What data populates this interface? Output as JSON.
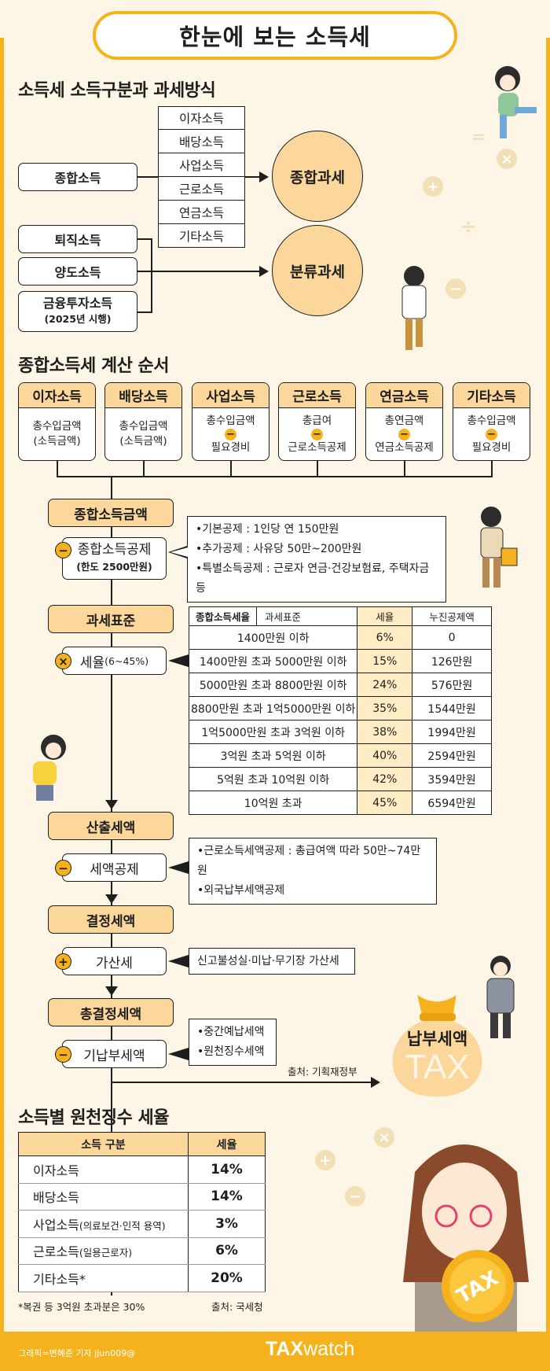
{
  "title": "한눈에 보는 소득세",
  "section1": {
    "title": "소득세 소득구분과 과세방식",
    "comprehensive": "종합소득",
    "income_list": [
      "이자소득",
      "배당소득",
      "사업소득",
      "근로소득",
      "연금소득",
      "기타소득"
    ],
    "separate_items": [
      "퇴직소득",
      "양도소득",
      "금융투자소득"
    ],
    "fin_note": "(2025년 시행)",
    "comprehensive_tax": "종합과세",
    "separate_tax": "분류과세"
  },
  "section2": {
    "title": "종합소득세 계산 순서",
    "cards": [
      {
        "head": "이자소득",
        "l1": "총수입금액",
        "minus": false,
        "l2": "(소득금액)"
      },
      {
        "head": "배당소득",
        "l1": "총수입금액",
        "minus": false,
        "l2": "(소득금액)"
      },
      {
        "head": "사업소득",
        "l1": "총수입금액",
        "minus": true,
        "l2": "필요경비"
      },
      {
        "head": "근로소득",
        "l1": "총급여",
        "minus": true,
        "l2": "근로소득공제"
      },
      {
        "head": "연금소득",
        "l1": "총연금액",
        "minus": true,
        "l2": "연금소득공제"
      },
      {
        "head": "기타소득",
        "l1": "총수입금액",
        "minus": true,
        "l2": "필요경비"
      }
    ],
    "minus_sign": "−",
    "step1": "종합소득금액",
    "deduct_label": "종합소득공제",
    "deduct_sub": "(한도 2500만원)",
    "deduct_notes": [
      "•기본공제 : 1인당 연 150만원",
      "•추가공제 : 사유당 50만~200만원",
      "•특별소득공제 : 근로자 연금·건강보험료, 주택자금 등"
    ],
    "step2": "과세표준",
    "rate_label": "세율",
    "rate_sub": "(6~45%)",
    "table_title": "종합소득세율",
    "table_headers": [
      "과세표준",
      "세율",
      "누진공제액"
    ],
    "table_rows": [
      [
        "1400만원 이하",
        "6%",
        "0"
      ],
      [
        "1400만원 초과 5000만원 이하",
        "15%",
        "126만원"
      ],
      [
        "5000만원 초과 8800만원 이하",
        "24%",
        "576만원"
      ],
      [
        "8800만원 초과 1억5000만원 이하",
        "35%",
        "1544만원"
      ],
      [
        "1억5000만원 초과 3억원 이하",
        "38%",
        "1994만원"
      ],
      [
        "3억원 초과 5억원 이하",
        "40%",
        "2594만원"
      ],
      [
        "5억원 초과 10억원 이하",
        "42%",
        "3594만원"
      ],
      [
        "10억원 초과",
        "45%",
        "6594만원"
      ]
    ],
    "step3": "산출세액",
    "credit_label": "세액공제",
    "credit_notes": [
      "•근로소득세액공제 : 총급여액 따라 50만~74만원",
      "•외국납부세액공제"
    ],
    "step4": "결정세액",
    "penalty_label": "가산세",
    "penalty_note": "신고불성실·미납·무기장 가산세",
    "step5": "총결정세액",
    "prepaid_label": "기납부세액",
    "prepaid_notes": [
      "•중간예납세액",
      "•원천징수세액"
    ],
    "source": "출처: 기획재정부",
    "final": "납부세액",
    "bag_text": "TAX",
    "ops": {
      "minus": "−",
      "times": "×",
      "plus": "+"
    }
  },
  "section3": {
    "title": "소득별 원천징수 세율",
    "headers": [
      "소득 구분",
      "세율"
    ],
    "rows": [
      {
        "name": "이자소득",
        "sub": "",
        "rate": "14%"
      },
      {
        "name": "배당소득",
        "sub": "",
        "rate": "14%"
      },
      {
        "name": "사업소득",
        "sub": "(의료보건·인적 용역)",
        "rate": "3%"
      },
      {
        "name": "근로소득",
        "sub": "(일용근로자)",
        "rate": "6%"
      },
      {
        "name": "기타소득*",
        "sub": "",
        "rate": "20%"
      }
    ],
    "footnote": "*복권 등 3억원 초과분은 30%",
    "source": "출처: 국세청"
  },
  "footer": {
    "credit": "그래픽=변혜준 기자 jjun009@",
    "brand_bold": "TAX",
    "brand_light": "watch"
  },
  "deco_symbols": [
    "=",
    "×",
    "+",
    "÷",
    "−",
    "×",
    "+",
    "−"
  ],
  "coin_text": "TAX",
  "colors": {
    "accent": "#f6b21c",
    "light": "#fbd79b",
    "background": "#fdf6e6"
  }
}
